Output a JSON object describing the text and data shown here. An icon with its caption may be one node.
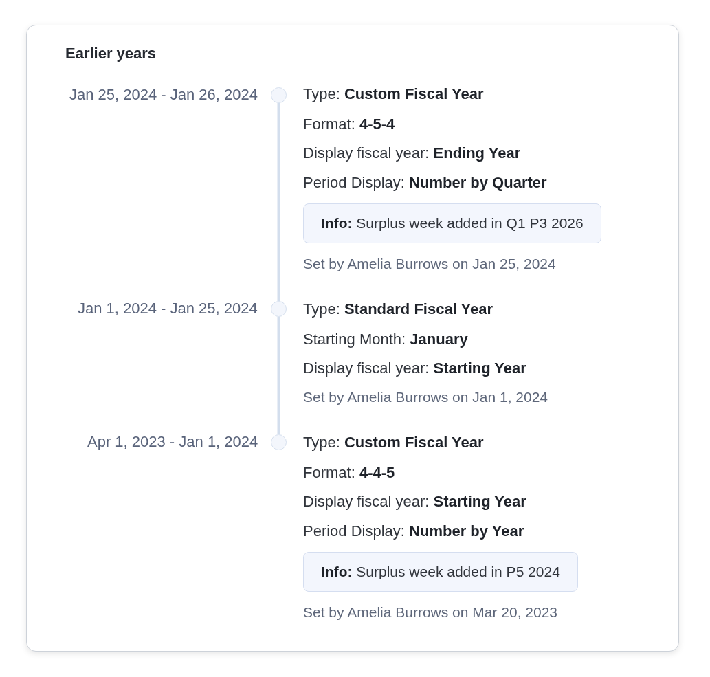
{
  "diagram": {
    "title": "Earlier years",
    "nodes": [
      {
        "text": [],
        "shape": "circle",
        "beside": [
          "Jan 25, 2024 - Jan 26, 2024"
        ]
      },
      {
        "text": [
          "**Info:** Surplus week added in Q1 P3 2026"
        ]
      },
      {
        "text": [],
        "shape": "circle",
        "beside": [
          "Jan 1, 2024 - Jan 25, 2024"
        ]
      },
      {
        "text": [],
        "shape": "circle",
        "beside": [
          "Apr 1, 2023 - Jan 1, 2024"
        ]
      },
      {
        "text": [
          "**Info:** Surplus week added in P5 2024"
        ]
      }
    ],
    "edges": [
      {
        "from": 0,
        "to": 2,
        "arrow": "none"
      },
      {
        "from": 2,
        "to": 3,
        "arrow": "none"
      }
    ],
    "labels": [
      "Type: **Custom Fiscal Year**",
      "Format: **4-5-4**",
      "Display fiscal year: **Ending Year**",
      "Period Display: **Number by Quarter**",
      "Set by Amelia Burrows on Jan 25, 2024",
      "Type: **Standard Fiscal Year**",
      "Starting Month: **January**",
      "Display fiscal year: **Starting Year**",
      "Set by Amelia Burrows on Jan 1, 2024",
      "Type: **Custom Fiscal Year**",
      "Format: **4-4-5**",
      "Display fiscal year: **Starting Year**",
      "Period Display: **Number by Year**",
      "Set by Amelia Burrows on Mar 20, 2023"
    ]
  }
}
